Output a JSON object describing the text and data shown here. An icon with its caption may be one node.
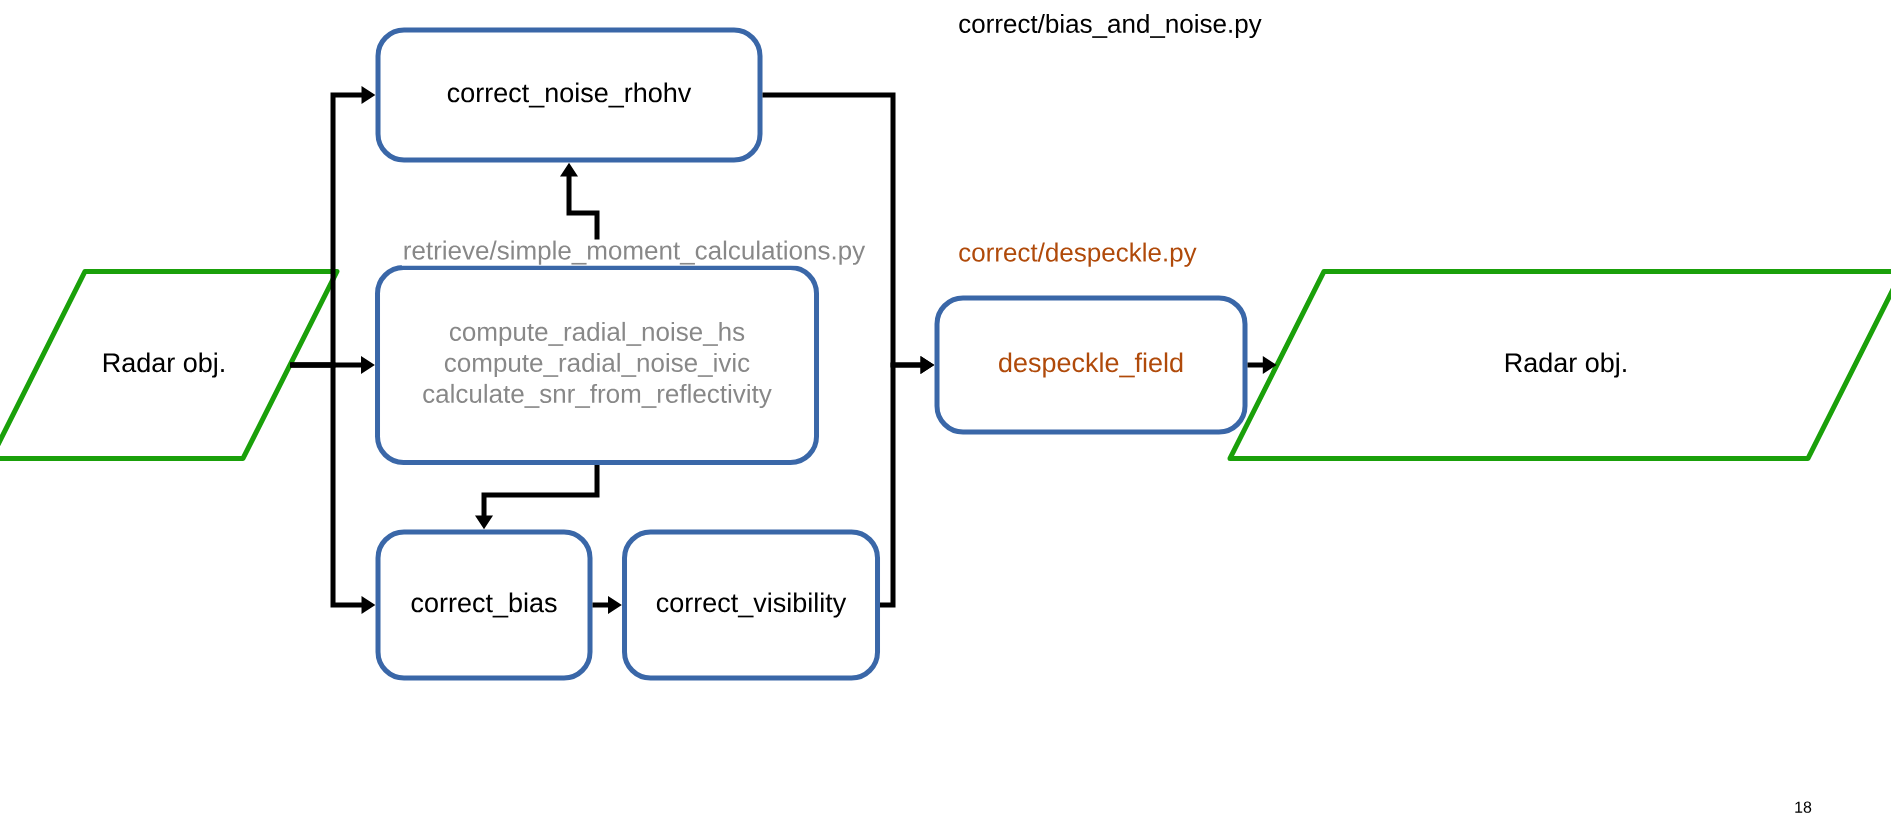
{
  "diagram": {
    "nodes": [
      {
        "text": [
          "Radar obj."
        ]
      },
      {
        "text": [
          "correct_noise_rhohv"
        ]
      },
      {
        "text": [
          "compute_radial_noise_hs",
          "compute_radial_noise_ivic",
          "calculate_snr_from_reflectivity"
        ],
        "beside": [
          "retrieve/simple_moment_calculations.py"
        ]
      },
      {
        "text": [
          "correct_bias"
        ]
      },
      {
        "text": [
          "correct_visibility"
        ]
      },
      {
        "text": [
          "despeckle_field"
        ],
        "beside": [
          "correct/despeckle.py"
        ]
      },
      {
        "text": [
          "Radar obj."
        ]
      }
    ],
    "edges": [
      {
        "from": 0,
        "to": 1,
        "arrow": "to"
      },
      {
        "from": 0,
        "to": 2,
        "arrow": "to"
      },
      {
        "from": 0,
        "to": 3,
        "arrow": "to"
      },
      {
        "from": 2,
        "to": 1,
        "arrow": "to"
      },
      {
        "from": 2,
        "to": 3,
        "arrow": "to"
      },
      {
        "from": 3,
        "to": 4,
        "arrow": "to"
      },
      {
        "from": 1,
        "to": 5,
        "arrow": "to"
      },
      {
        "from": 4,
        "to": 5,
        "arrow": "to"
      },
      {
        "from": 5,
        "to": 6,
        "arrow": "to"
      }
    ],
    "labels": [
      "correct/bias_and_noise.py",
      "18"
    ]
  }
}
